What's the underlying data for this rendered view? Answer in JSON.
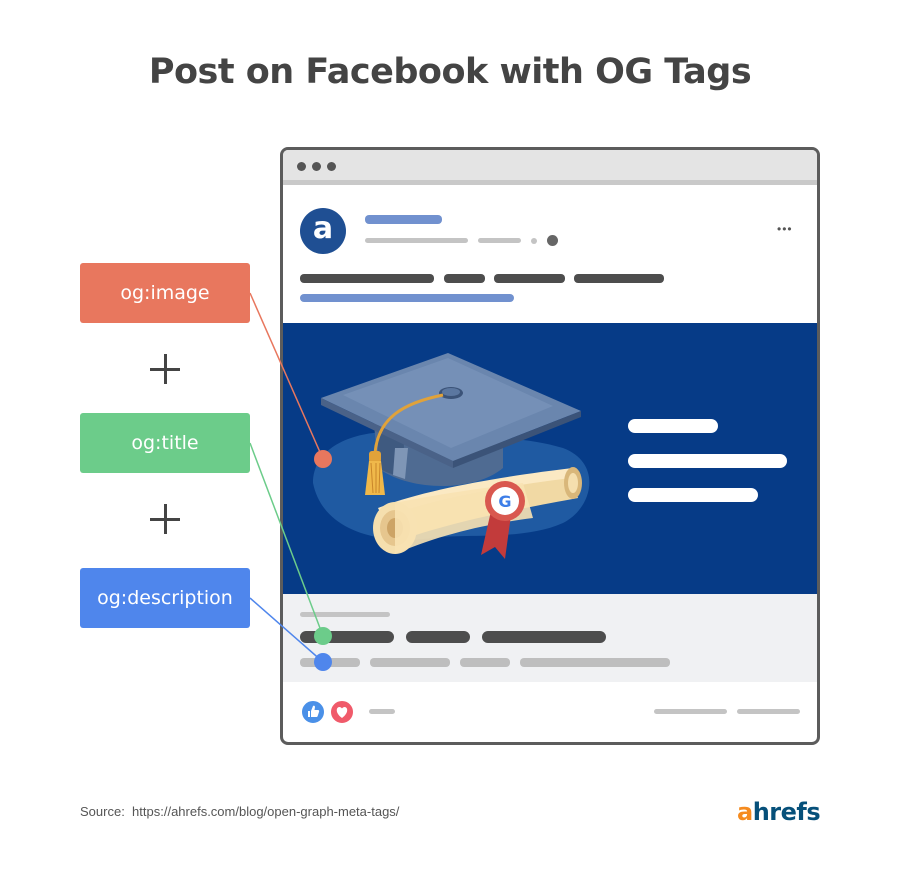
{
  "title": "Post on Facebook with OG Tags",
  "tags": {
    "image": "og:image",
    "title": "og:title",
    "description": "og:description"
  },
  "post": {
    "avatar_letter": "a",
    "more_glyph": "•••",
    "badge_letter": "G"
  },
  "source": {
    "label": "Source:",
    "url": "https://ahrefs.com/blog/open-graph-meta-tags/"
  },
  "logo": {
    "first": "a",
    "rest": "hrefs"
  },
  "colors": {
    "og_image": "#e8775e",
    "og_title": "#6ccc8a",
    "og_description": "#4f86ec",
    "hero_bg": "#063b87",
    "like_blue": "#4a90e8",
    "love_red": "#f05a6a"
  },
  "icons": [
    "graduation-cap-icon",
    "diploma-scroll-icon",
    "like-icon",
    "love-icon"
  ]
}
